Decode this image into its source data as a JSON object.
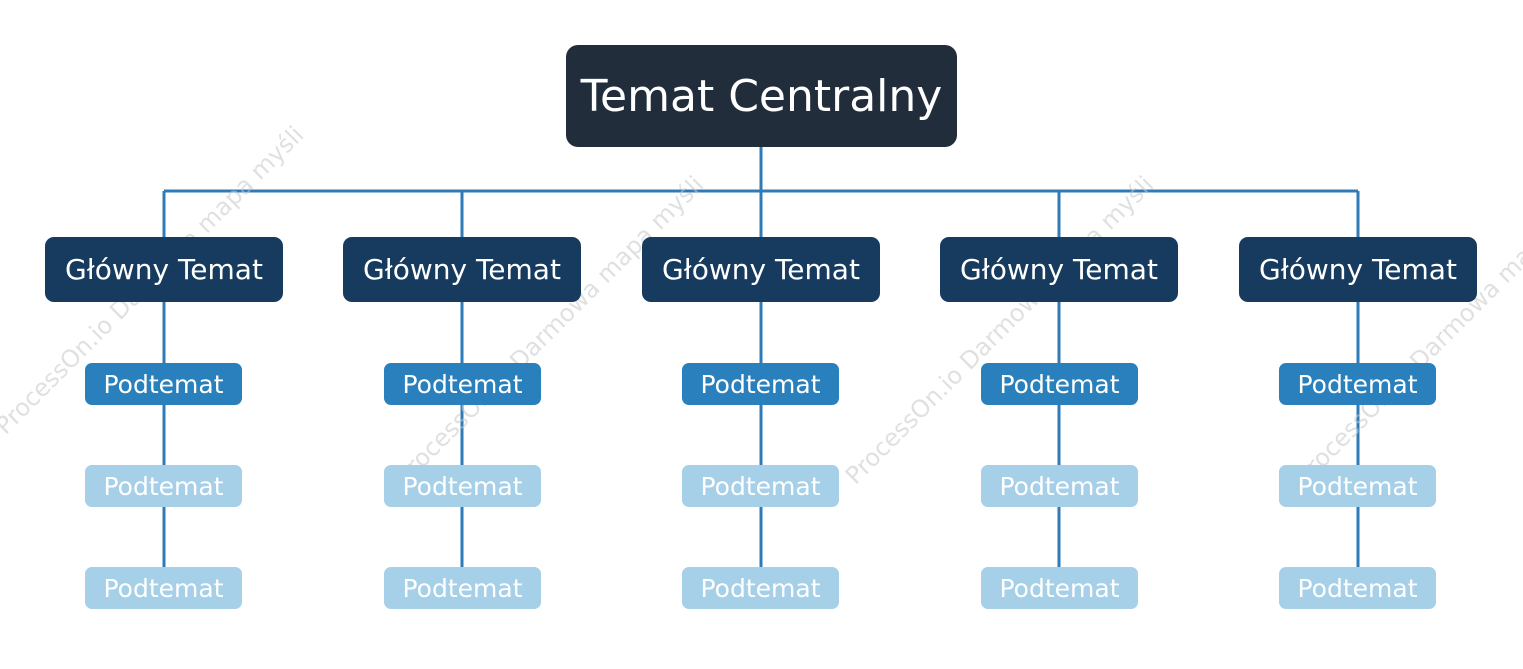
{
  "central_topic": "Temat Centralny",
  "branches": [
    {
      "label": "Główny Temat",
      "subtopics": [
        "Podtemat",
        "Podtemat",
        "Podtemat"
      ]
    },
    {
      "label": "Główny Temat",
      "subtopics": [
        "Podtemat",
        "Podtemat",
        "Podtemat"
      ]
    },
    {
      "label": "Główny Temat",
      "subtopics": [
        "Podtemat",
        "Podtemat",
        "Podtemat"
      ]
    },
    {
      "label": "Główny Temat",
      "subtopics": [
        "Podtemat",
        "Podtemat",
        "Podtemat"
      ]
    },
    {
      "label": "Główny Temat",
      "subtopics": [
        "Podtemat",
        "Podtemat",
        "Podtemat"
      ]
    }
  ],
  "colors": {
    "central_fill": "#222d3c",
    "main_fill": "#163b5e",
    "subtopic_primary_fill": "#2a80bd",
    "subtopic_secondary_fill": "#a6cfe8",
    "connector": "#2f7bb8"
  },
  "watermark": {
    "text": "ProcessOn.io Darmowa mapa myśli"
  }
}
